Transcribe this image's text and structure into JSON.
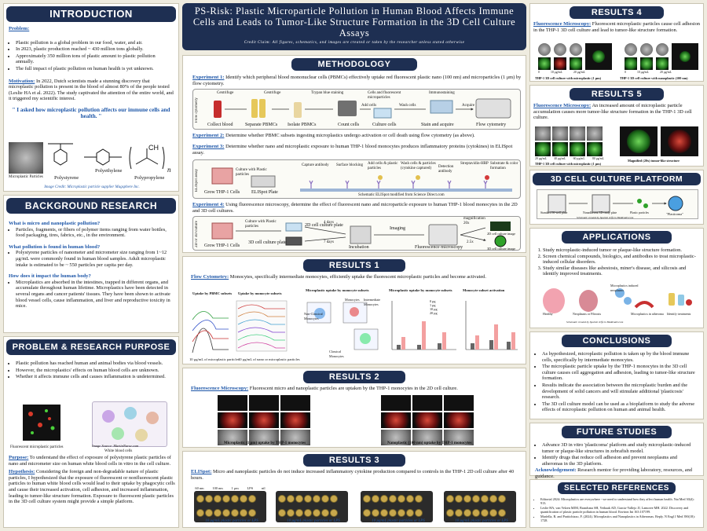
{
  "title": "PS-Risk: Plastic Microparticle Pollution in Human Blood Affects Immune Cells and Leads to Tumor-Like Structure Formation in the 3D Cell Culture Assays",
  "credit": "Credit Claim: All figures, schematics, and images are created or taken by the researcher unless stated otherwise",
  "intro": {
    "header": "INTRODUCTION",
    "problem_label": "Problem:",
    "problem_items": [
      "Plastic pollution is a global problem in our food, water, and air.",
      "In 2023, plastic production reached ~ 430 million tons globally.",
      "Approximately 350 million tons of plastic amount to plastic pollution annually.",
      "The full impact of plastic pollution on human health is yet unknown."
    ],
    "motivation_label": "Motivation:",
    "motivation_text": "In 2022, Dutch scientists made a stunning discovery that microplastic pollution is present in the blood of almost 80% of the people tested (Leslie HA et al. 2022). The study captivated the attention of the entire world, and it triggered my scientific interest.",
    "quote": "\" I asked how microplastic pollution affects our immune cells and health. \"",
    "fig_labels": [
      "Microplastic Particles",
      "Polystyrene",
      "Polyethylene",
      "Polypropylene"
    ],
    "credit": "Image Credit: Microplastic particle supplier Magsphere Inc."
  },
  "background": {
    "header": "BACKGROUND RESEARCH",
    "q1": "What is micro and nanoplastic pollution?",
    "a1": "Particles, fragments, or fibers of polymer items ranging from water bottles, food packaging, tires, fabrics, etc., in the environment.",
    "q2": "What pollution is found in human blood?",
    "a2": "Polystyrene particles of nanometer and micrometer size ranging from 1~12 μg/mL were commonly found in human blood samples. Adult microplastic intake is estimated to be ~ 550 particles per capita per day.",
    "q3": "How does it impact the human body?",
    "a3": "Microplastics are absorbed in the intestines, trapped in different organs, and accumulate throughout human lifetime. Microplastics have been detected in several organs and cancer patients' tissues. They have been shown to activate blood vessel cells, cause inflammation, and liver and reproductive toxicity in mice."
  },
  "purpose": {
    "header": "PROBLEM & RESEARCH PURPOSE",
    "items": [
      "Plastic pollution has reached human and animal bodies via blood vessels.",
      "However, the microplastics' effects on human blood cells are unknown.",
      "Whether it affects immune cells and causes inflammation is undetermined."
    ],
    "fig_left": "Fluorescent microplastic particles",
    "fig_right": "White blood cells",
    "fig_credit": "Image Source: MartinNurse.com",
    "purpose_label": "Purpose:",
    "purpose_text": "To understand the effect of exposure of polystyrene plastic particles of nano and micrometer size on human white blood cells in vitro in the cell culture.",
    "hypothesis_label": "Hypothesis:",
    "hypothesis_text": "Considering the foreign and non-degradable nature of plastic particles, I hypothesized that the exposure of fluorescent or nonfluorescent plastic particles to human white blood cells would lead to their uptake by phagocytic cells and cause their increased activation, cell adhesion, and increased inflammation, leading to tumor-like structure formation. Exposure to fluorescent plastic particles in the 3D cell culture system might provide a simple platform."
  },
  "methodology": {
    "header": "METHODOLOGY",
    "exp1_label": "Experiment 1:",
    "exp1": "Identify which peripheral blood mononuclear cells (PBMCs) effectively uptake red fluorescent plastic nano (100 nm) and microparticles (1 μm) by flow cytometry.",
    "exp1_steps": [
      "Collect blood",
      "Separate PBMCs",
      "Isolate PBMCs",
      "Count cells",
      "Culture cells",
      "Stain and acquire",
      "Flow cytometry"
    ],
    "exp1_side": "Flow cytometry",
    "exp1_small": [
      "Centrifuge",
      "Centrifuge",
      "Trypan blue staining",
      "Cells and fluorescent microparticles",
      "Add cells",
      "Wash cells",
      "Immunostaining",
      "Acquire"
    ],
    "exp2_label": "Experiment 2:",
    "exp2": "Determine whether PBMC subsets ingesting microplastics undergo activation or cell death using flow cytometry (as above).",
    "exp3_label": "Experiment 3:",
    "exp3": "Determine whether nano and microplastic exposure to human THP-1 blood monocytes produces inflammatory proteins (cytokines) in ELISpot assay.",
    "exp3_side": "ELISpot assay",
    "exp3_steps": [
      "Grow THP-1 Cells",
      "ELISpot Plate"
    ],
    "exp3_small": [
      "Culture with Plastic particles",
      "Capture antibody",
      "Surface blocking",
      "Add cells & plastic particles",
      "Wash cells & particles (cytokine captured)",
      "Detection antibody",
      "Streptavidin-HRP",
      "Substrate & color formation"
    ],
    "exp3_caption": "Schematic ELISpot modified from Science Direct.com",
    "exp4_label": "Experiment 4:",
    "exp4": "Using fluorescence microscopy, determine the effect of fluorescent nano and microparticle exposure to human THP-1 blood monocytes in the 2D and 3D cell cultures.",
    "exp4_side": "2D or 3D culture",
    "exp4_steps": [
      "Grow THP-1 Cells",
      "2D cell culture plate",
      "3D cell culture plate",
      "Incubation",
      "Imaging",
      "Fluorescence microscopy"
    ],
    "exp4_small": [
      "Culture with Plastic particles",
      "4 days",
      "7 days",
      "magnification 20x",
      "2.5x",
      "2D cell culture image",
      "3D cell culture image"
    ]
  },
  "results1": {
    "header": "RESULTS 1",
    "label": "Flow Cytometry:",
    "text": "Monocytes, specifically intermediate monocytes, efficiently uptake the fluorescent microplastic particles and become activated.",
    "panels": [
      "Uptake by PBMC subsets",
      "Uptake by monocyte subsets",
      "Microplastic uptake by monocyte subsets",
      "Microplastic uptake by monocyte subsets",
      "Monocyte subset activation"
    ],
    "footnotes": [
      "10 μg/mL of microplastic particles",
      "10 μg/mL of nano or microplastic particles"
    ],
    "gate_labels": [
      "Non-Classical Monocytes",
      "Monocytes",
      "Intermediate Monocytes",
      "Classical Monocytes"
    ],
    "legend": [
      "0 μg",
      "1 μg",
      "10 μg",
      "20 μg"
    ]
  },
  "results2": {
    "header": "RESULTS 2",
    "label": "Fluorescence Microscopy:",
    "text": "Fluorescent micro and nanoplastic particles are uptaken by the THP-1 monocytes in the 2D cell culture.",
    "cap_left": "Microplastic (1 μm) uptake by THP-1 monocytes",
    "cap_right": "Nanoplastic (100 nm) uptake by THP-1 monocytes"
  },
  "results3": {
    "header": "RESULTS 3",
    "label": "ELISpot:",
    "text": "Micro and nanoplastic particles do not induce increased inflammatory cytokine production compared to controls in the THP-1 2D cell culture after 40 hours.",
    "plate_headers": [
      "60 nm",
      "100 nm",
      "1 μm",
      "LPS",
      "nil"
    ],
    "caps": [
      "10 μg/mL plastic particles or LPS",
      "10 μg/mL plastic particles or LPS",
      "10 μg/mL plastic particles or LPS",
      "10 μg/mL plastic particles or LPS"
    ]
  },
  "results4": {
    "header": "RESULTS 4",
    "label": "Fluorescence Microscopy:",
    "text": "Fluorescent microplastic particles cause cell adhesion in the THP-1 3D cell culture and lead to tumor-like structure formation.",
    "cap_left": "THP-1 3D cell culture with microplastic (1 μm)",
    "cap_right": "THP-1 3D cell culture with nanoplastic (100 nm)",
    "conc": [
      "0",
      "10 μg/mL",
      "20 μg/mL",
      "0",
      "10 μg/mL",
      "20 μg/mL"
    ]
  },
  "results5": {
    "header": "RESULTS 5",
    "label": "Fluorescence Microscopy:",
    "text": "An increased amount of microplastic particle accumulation causes more tumor-like structure formation in the THP-1 3D cell culture.",
    "cap_left": "THP-1 3D cell culture with microplastic (1 μm)",
    "cap_right": "Magnified (20x) tumor-like structure",
    "conc": [
      "20 μg/mL",
      "40 μg/mL",
      "60 μg/mL",
      "80 μg/mL"
    ]
  },
  "platform": {
    "header": "3D CELL CULTURE PLATFORM",
    "labels": [
      "Standard 96-well plate",
      "Nonadherent 3D-ready plate",
      "Plastic particles",
      "\"Plasticoma\""
    ],
    "caption": "Schematic created by Sparkle Jeffe in BioRender.com"
  },
  "applications": {
    "header": "APPLICATIONS",
    "items": [
      "Study microplastic-induced tumor or plaque-like structure formation.",
      "Screen chemical compounds, biologics, and antibodies to treat microplastic-induced cellular disorders.",
      "Study similar diseases like asbestosis, miner's disease, and silicosis and identify improved treatments."
    ],
    "fig_labels": [
      "Healthy",
      "Neoplasms or Fibrosis",
      "Microplastics induced neoplasms",
      "Microplastics in atheroma",
      "Identify treatments"
    ],
    "caption": "Schematic created by Sparkle Jeffe in BioRender.com"
  },
  "conclusions": {
    "header": "CONCLUSIONS",
    "items": [
      "As hypothesized, microplastic pollution is taken up by the blood immune cells, specifically by intermediate monocytes.",
      "The microplastic particle uptake by the THP-1 monocytes in the 3D cell culture causes cell aggregation and adhesion, leading to tumor-like structure formation.",
      "Results indicate the association between the microplastic burden and the development of solid cancers and will stimulate additional 'plasticosis' research.",
      "The 3D cell culture model can be used as a bioplatform to study the adverse effects of microplastic pollution on human and animal health."
    ]
  },
  "future": {
    "header": "FUTURE STUDIES",
    "items": [
      "Advance 3D in vitro 'plasticoma' platform and study microplastic-induced tumor or plaque-like structures in zebrafish model.",
      "Identify drugs that reduce cell adhesion and prevent neoplasms and atheromas in the 3D platform."
    ],
    "ack_label": "Acknowledgement:",
    "ack": "Research mentor for providing laboratory, resources, and guidance."
  },
  "references": {
    "header": "SELECTED REFERENCES",
    "items": [
      "Editorial 2024: Microplastics are everywhere - we need to understand how they affect human health. Nat Med 30(4): 913.",
      "Leslie HA, van Velzen MJM, Brandsma SH, Vethaak AD, Garcia-Vallejo JJ, Lamoree MH. 2022. Discovery and quantification of plastic particle pollution in human blood. Environ Int 163:107199.",
      "Marfella, R. and Prattichizzo, F. (2024). Microplastics and Nanoplastics in Atheromas. Reply. N Engl J Med 390(18): 1728."
    ]
  }
}
